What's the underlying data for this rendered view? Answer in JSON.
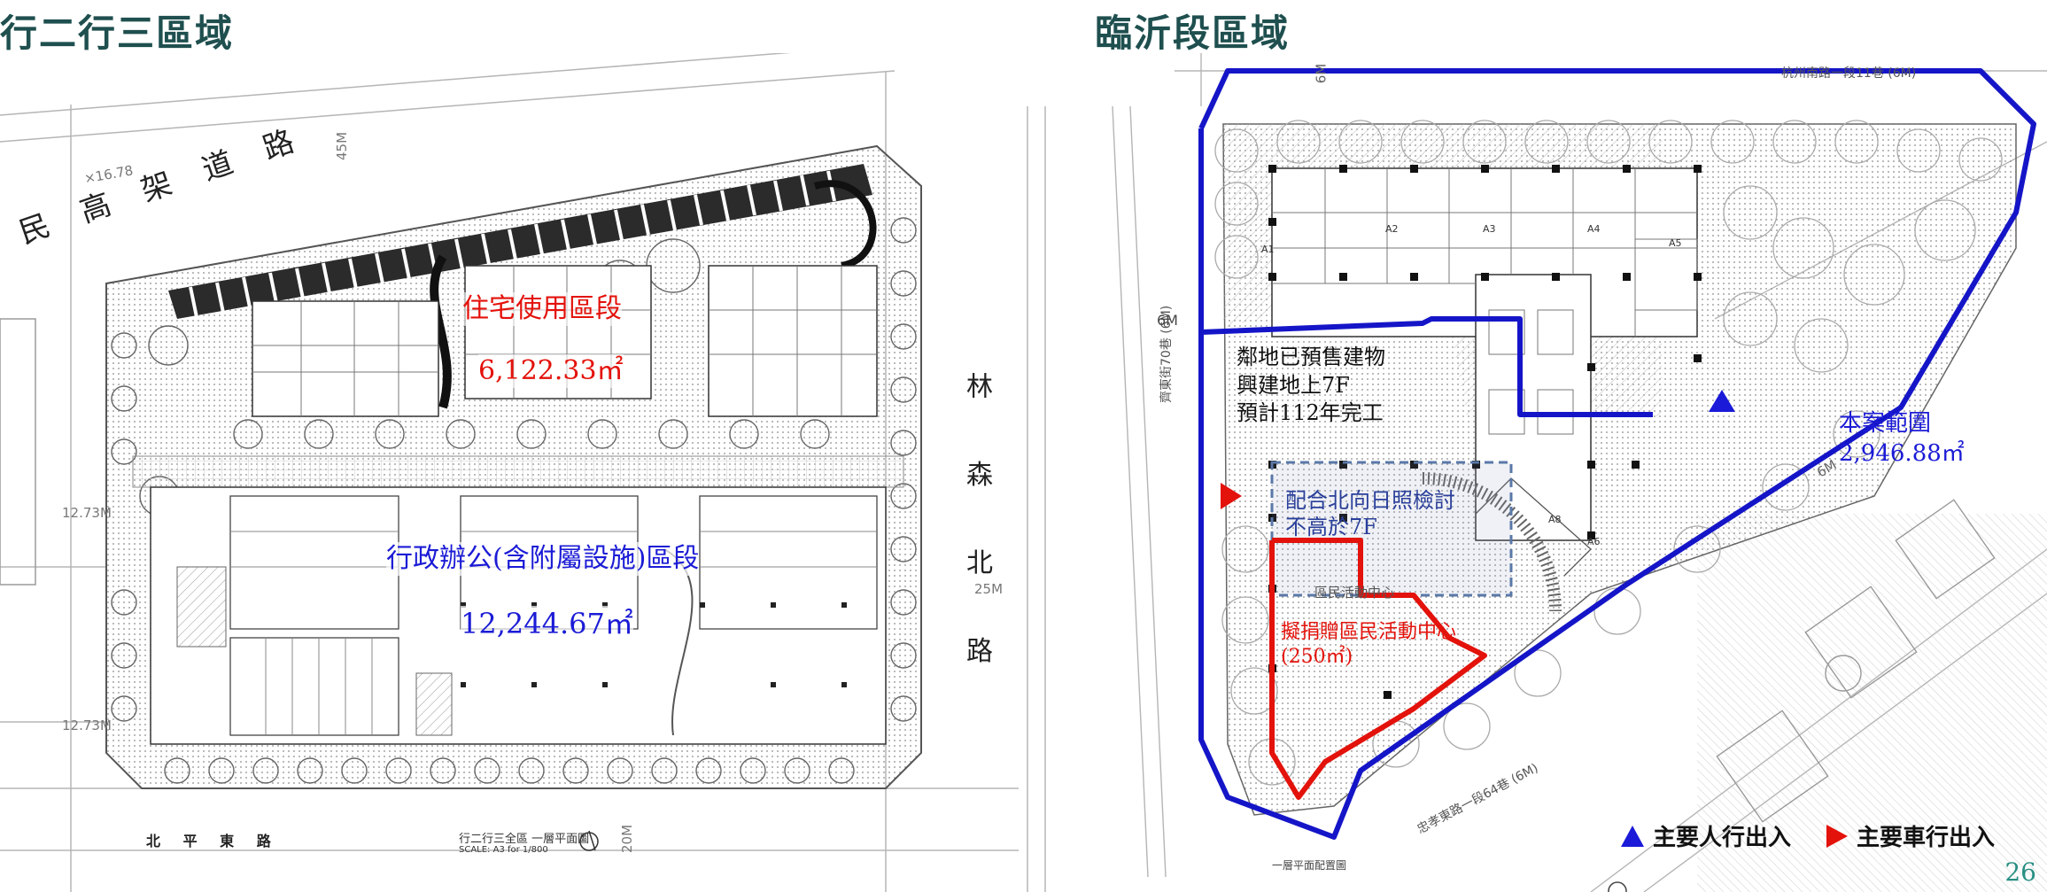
{
  "left_title": "行二行三區域",
  "right_title": "臨沂段區域",
  "left_plan": {
    "road_top": "民 高 架 道 路",
    "road_right": "林 森 北 路",
    "road_bottom": "北 平 東 路",
    "width_top": "45M",
    "width_right": "25M",
    "width_bottom": "20M",
    "elev_top": "×16.78",
    "elev_left_1": "12.73M",
    "elev_left_2": "12.73M",
    "residential_label": "住宅使用區段",
    "residential_area": "6,122.33㎡",
    "office_label": "行政辦公(含附屬設施)區段",
    "office_area": "12,244.67㎡",
    "drawing_caption": "行二行三全區  一層平面圖",
    "drawing_scale": "SCALE: A3 for 1/800"
  },
  "right_plan": {
    "lane_top": "杭州南路一段11巷 (6M)",
    "lane_left": "齊東街70巷 (6M)",
    "lane_bottom": "忠孝東路一段64巷 (6M)",
    "width_6m_top": "6M",
    "width_6m_left": "6M",
    "width_6m_right": "6M",
    "neighbor_text": [
      "鄰地已預售建物",
      "興建地上7F",
      "預計112年完工"
    ],
    "sunlight_text": [
      "配合北向日照檢討",
      "不高於7F"
    ],
    "community_text": [
      "擬捐贈區民活動中心",
      "(250㎡)"
    ],
    "community_plan_label": "區民活動中心",
    "site_label": "本案範圍",
    "site_area": "2,946.88㎡",
    "drawing_caption": "一層平面配置圖",
    "units": [
      "A1",
      "A2",
      "A3",
      "A4",
      "A5",
      "A6",
      "A8"
    ]
  },
  "legend": {
    "pedestrian": "主要人行出入",
    "vehicle": "主要車行出入"
  },
  "page_number": "26",
  "colors": {
    "title": "#1f4f4f",
    "red_label": "#e3120b",
    "blue_label": "#1b1bd6",
    "page_number": "#2a8f84"
  }
}
